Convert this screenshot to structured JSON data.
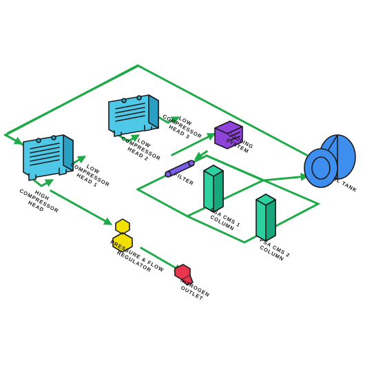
{
  "colors": {
    "pipe": "#1faa4a",
    "compressor": "#4fc8e8",
    "compressor_dark": "#2a9fc4",
    "cooling": "#8e44d9",
    "filter": "#7b5ce6",
    "column": "#2dd1a0",
    "column_dark": "#18a67c",
    "tank": "#3e8ef0",
    "regulator": "#f2e000",
    "outlet": "#e8364f",
    "text": "#1d1d1f"
  },
  "labels": {
    "high_compressor": [
      "HIGH",
      "COMPRESSOR",
      "HEAD"
    ],
    "low_head_1": [
      "LOW",
      "COMPRESSOR",
      "HEAD 1"
    ],
    "low_head_2": [
      "LOW",
      "COMPRESSOR",
      "HEAD 2"
    ],
    "low_head_3": [
      "LOW",
      "COMPRESSOR",
      "HEAD 3"
    ],
    "cooling": [
      "COOLING",
      "SYSTEM"
    ],
    "filter": [
      "FILTER"
    ],
    "psa1": [
      "PSA CMS 1",
      "COLUMN"
    ],
    "psa2": [
      "PSA CMS 2",
      "COLUMN"
    ],
    "tank": [
      "SL TANK"
    ],
    "regulator": [
      "PRESSURE & FLOW",
      "REGULATOR"
    ],
    "outlet": [
      "NITROGEN",
      "OUTLET"
    ]
  }
}
